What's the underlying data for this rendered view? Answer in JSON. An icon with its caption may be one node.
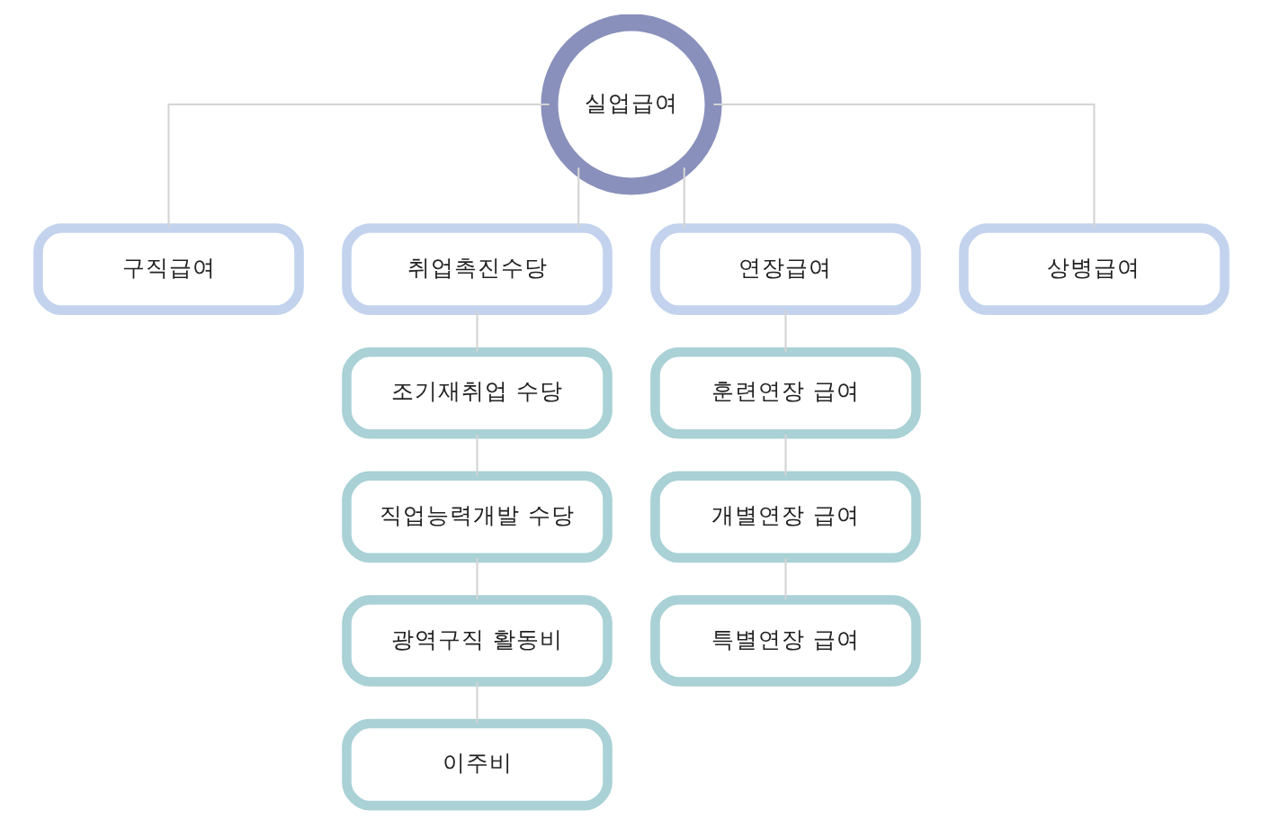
{
  "diagram": {
    "nodes": [
      {
        "text": [
          "실업급여"
        ]
      },
      {
        "text": [
          "구직급여"
        ]
      },
      {
        "text": [
          "취업촉진수당"
        ]
      },
      {
        "text": [
          "연장급여"
        ]
      },
      {
        "text": [
          "상병급여"
        ]
      },
      {
        "text": [
          "조기재취업 수당"
        ]
      },
      {
        "text": [
          "직업능력개발 수당"
        ]
      },
      {
        "text": [
          "광역구직 활동비"
        ]
      },
      {
        "text": [
          "이주비"
        ]
      },
      {
        "text": [
          "훈련연장 급여"
        ]
      },
      {
        "text": [
          "개별연장 급여"
        ]
      },
      {
        "text": [
          "특별연장 급여"
        ]
      }
    ],
    "edges": [
      {
        "from": 0,
        "to": 1,
        "arrow": "none"
      },
      {
        "from": 0,
        "to": 2,
        "arrow": "none"
      },
      {
        "from": 0,
        "to": 3,
        "arrow": "none"
      },
      {
        "from": 0,
        "to": 4,
        "arrow": "none"
      },
      {
        "from": 2,
        "to": 5,
        "arrow": "none"
      },
      {
        "from": 5,
        "to": 6,
        "arrow": "none"
      },
      {
        "from": 6,
        "to": 7,
        "arrow": "none"
      },
      {
        "from": 7,
        "to": 8,
        "arrow": "none"
      },
      {
        "from": 3,
        "to": 9,
        "arrow": "none"
      },
      {
        "from": 9,
        "to": 10,
        "arrow": "none"
      },
      {
        "from": 10,
        "to": 11,
        "arrow": "none"
      }
    ]
  }
}
